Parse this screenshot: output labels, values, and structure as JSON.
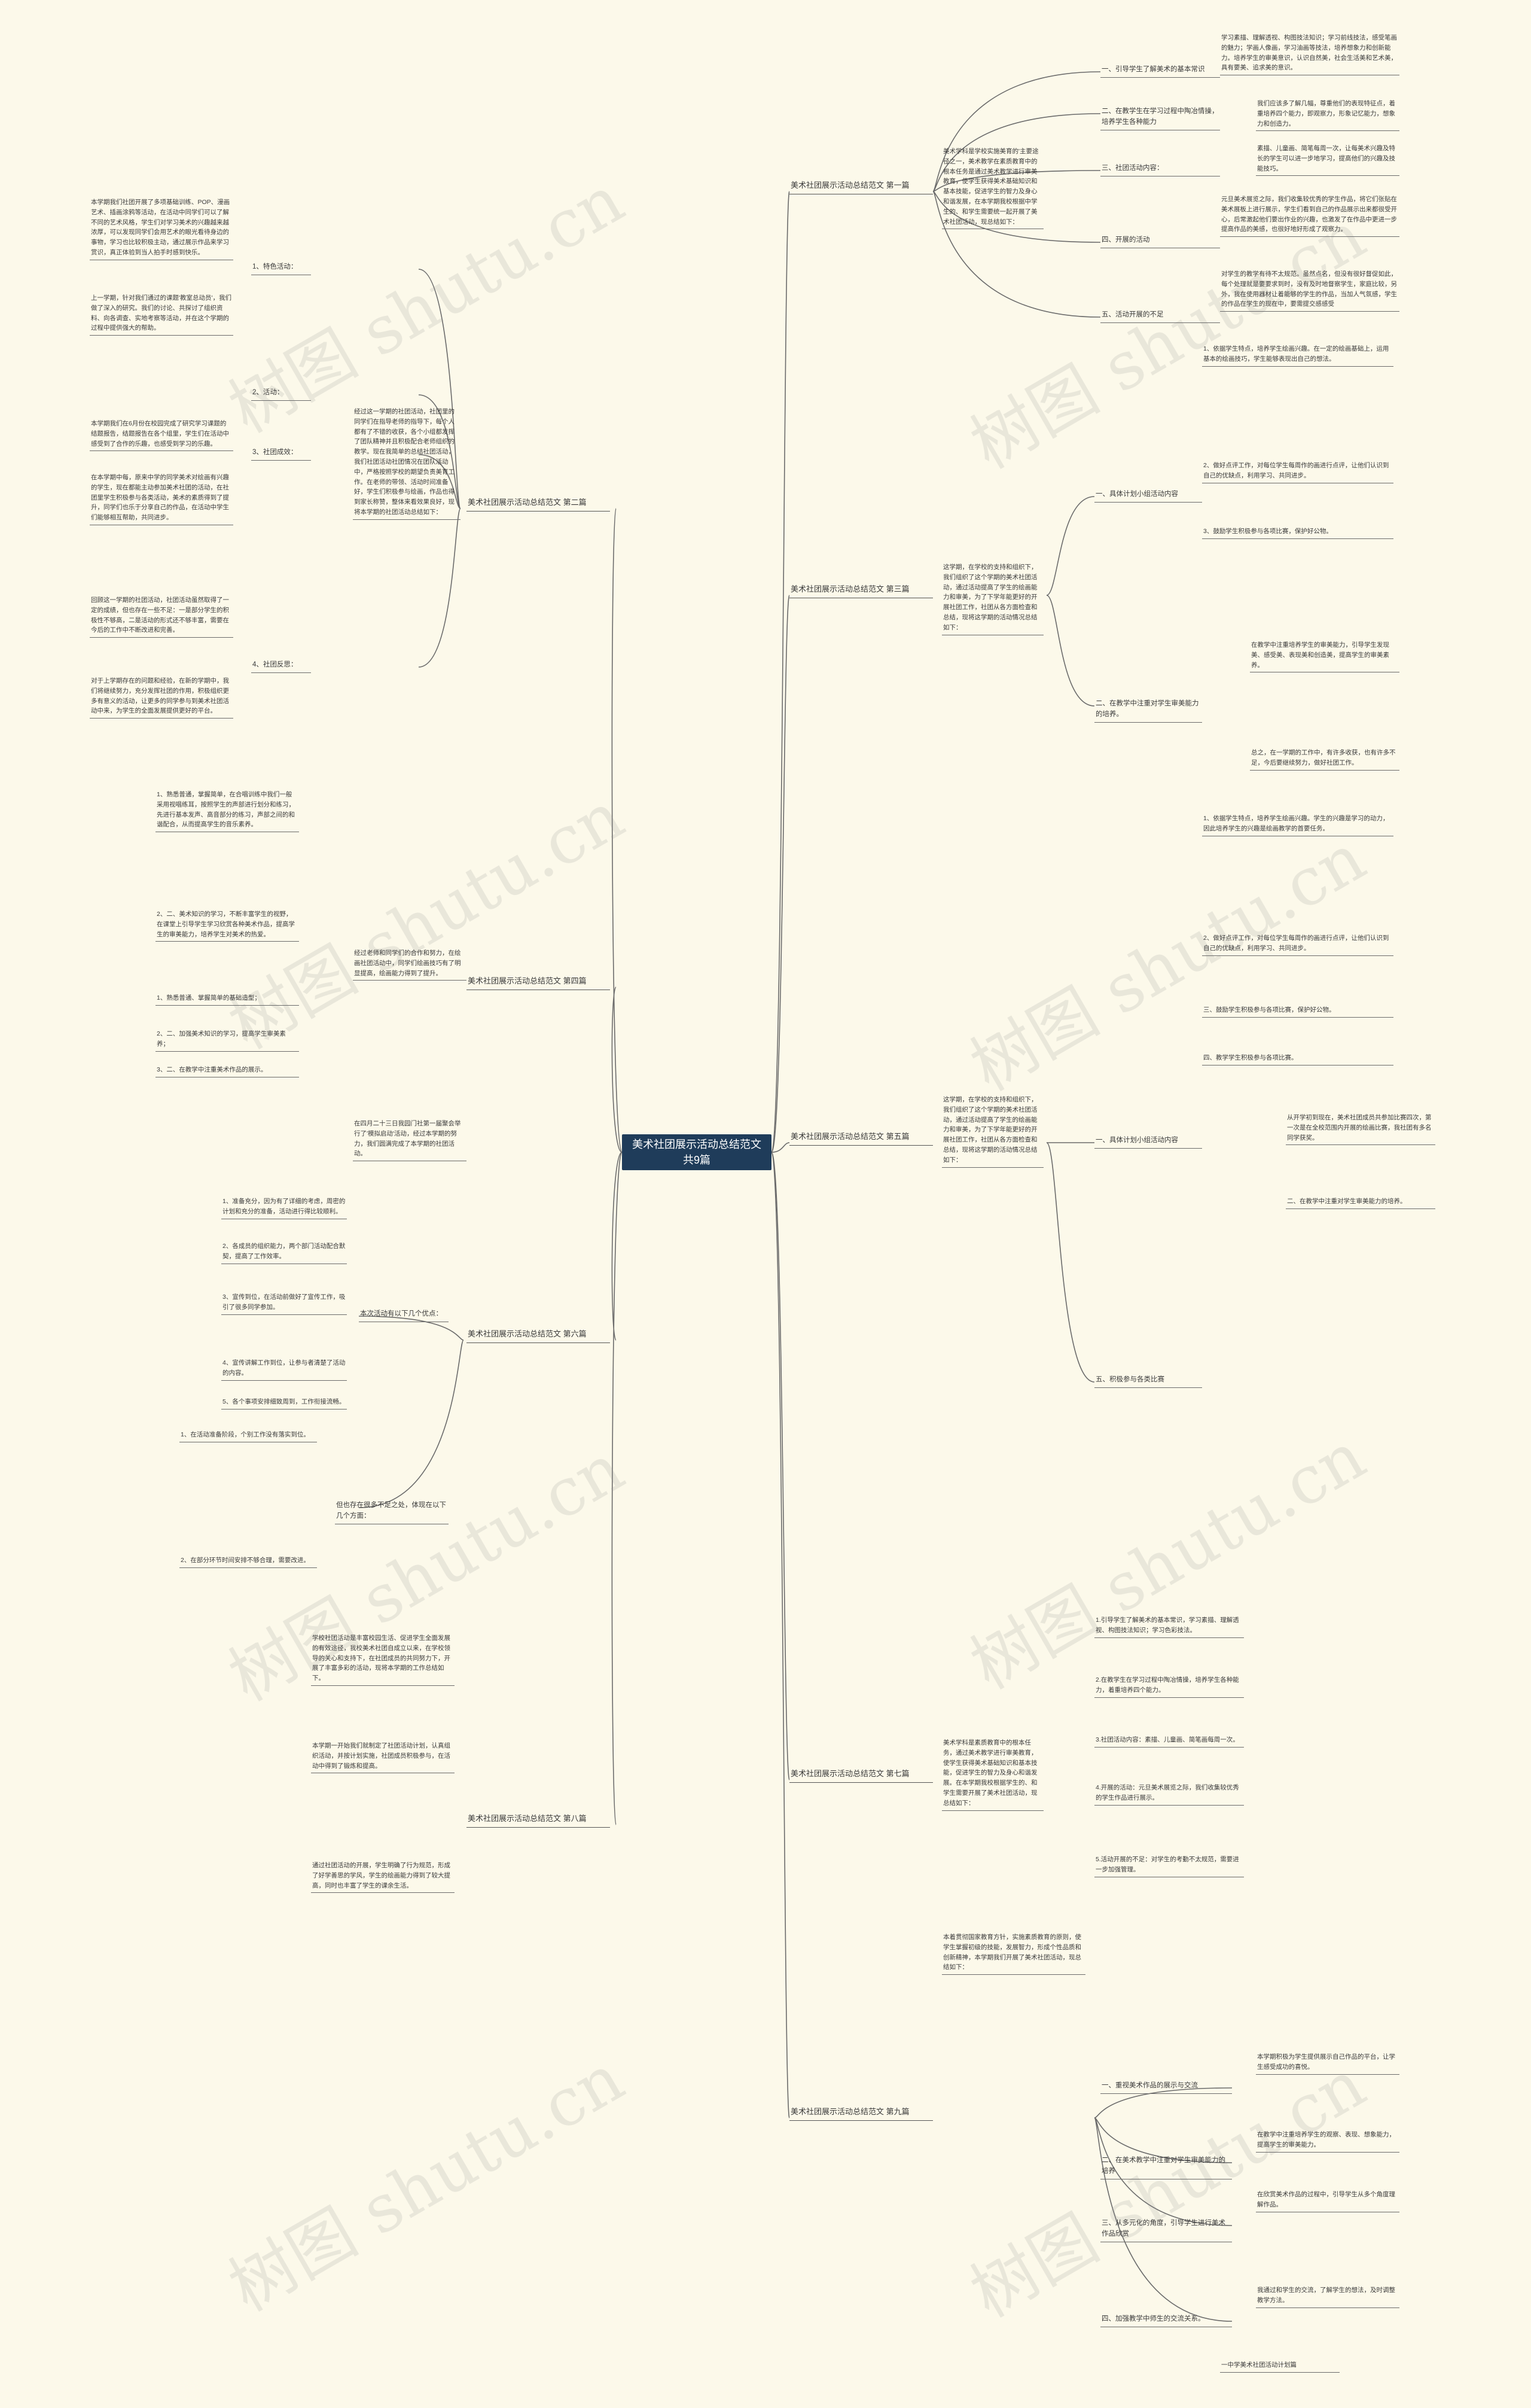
{
  "root": "美术社团展示活动总结范文共9篇",
  "watermark": "树图 shutu.cn",
  "branches": {
    "b1": "美术社团展示活动总结范文 第一篇",
    "b2": "美术社团展示活动总结范文 第二篇",
    "b3": "美术社团展示活动总结范文 第三篇",
    "b4": "美术社团展示活动总结范文 第四篇",
    "b5": "美术社团展示活动总结范文 第五篇",
    "b6": "美术社团展示活动总结范文 第六篇",
    "b7": "美术社团展示活动总结范文 第七篇",
    "b8": "美术社团展示活动总结范文 第八篇",
    "b9": "美术社团展示活动总结范文 第九篇"
  },
  "b1": {
    "intro": "美术学科是学校实施美育的'主要途径之一，美术教学在素质教育中的根本任务是通过美术教学进行审美教育，使学生获得美术基础知识和基本技能，促进学生的智力及身心和谐发展，在本学期我校根据中学生的、和学生需要统一起开展了美术社团活动，现总结如下：",
    "items": [
      "一、引导学生了解美术的基本常识",
      "二、在教学生在学习过程中陶冶情操，培养学生各种能力",
      "三、社团活动内容：",
      "四、开展的活动",
      "五、活动开展的不足"
    ],
    "leaf1": "学习素描、理解透视、构图技法知识；学习前线技法，感受笔画的魅力；学画人像画，学习油画等技法，培养想象力和创新能力。培养学生的审美意识，认识自然美，社会生活美和艺术美，具有要美、追求美的意识。",
    "leaf2": "我们应该多了解几幅，尊重他们的表现特征点，着重培养四个能力，即观察力，形象记忆能力，想象力和创造力。",
    "leaf3": "素描、儿童画、简笔每周一次，让每美术兴趣及特长的学生可以进一步地学习，提高他们的兴趣及技能技巧。",
    "leaf4": "元旦美术展览之际，我们收集较优秀的学生作品，将它们张贴在美术展板上进行展示，学生们看到自己的作品展示出来都很受开心，后常激起他们要出作业的兴趣，也激发了在作品中更进一步提高作品的美感，也很好地好形成了观察力。",
    "leaf5": "对学生的教学有待不太规范。虽然点名，但没有很好督促如此，每个处理就是要要求到时，没有及时地督察学生，家庭比较，另外，我在使用器材让着能够的学生的作品，当加人气氛感，学生的作品在学生的现在中，要需提交感感受"
  },
  "b2": {
    "summary": "经过这一学期的社团活动，社团里的同学们在指导老师的指导下，每个人都有了不错的收获，各个小组都发挥了团队精神并且积极配合老师组织的教学。现在我简单的总结社团活动，我们社团活动社团情况在团队活动中，严格按照学校的期望负责美育工作。在老师的带领、活动时间准备好，学生们积极参与绘画，作品也得到家长称赞，整体来看效果良好，现将本学期的社团活动总结如下：",
    "items": [
      "1、特色活动：",
      "2、活动：",
      "3、社团成效：",
      "4、社团反思："
    ],
    "leaf1": "本学期我们社团开展了多项基础训练、POP、漫画艺术、插画涂鸦等活动，在活动中同学们可以了解不同的艺术风格，学生们对学习美术的兴趣越来越浓厚，可以发现同学们会用艺术的眼光看待身边的事物，学习也比较积极主动，通过展示作品来学习赏识，真正体验到当人拍手时感到快乐。",
    "leaf2": "上一学期，针对我们通过的课题'教室总动员'，我们做了深入的研究。我们的讨论、共探讨了组织资料、向各调查、实地考察等活动，并在这个学期的过程中提供强大的帮助。",
    "leaf3": "本学期我们在6月份在校园完成了研究学习课题的结题报告，结题报告在各个组里，学生们在活动中感受到了合作的乐趣，也感受到学习的乐趣。",
    "leaf4": "在本学期中每，原来中学的同学美术对绘画有兴趣的学生，现在都能主动参加美术社团的活动，在社团里学生积极参与各类活动，美术的素质得到了提升，同学们也乐于分享自己的作品，在活动中学生们能够相互帮助，共同进步。",
    "leaf5": "回顾这一学期的社团活动，社团活动虽然取得了一定的成绩，但也存在一些不足：一是部分学生的积极性不够高，二是活动的形式还不够丰富，需要在今后的工作中不断改进和完善。",
    "leaf6": "对于上学期存在的问题和经验，在新的学期中，我们将继续努力，充分发挥社团的作用，积极组织更多有意义的活动，让更多的同学参与到美术社团活动中来，为学生的全面发展提供更好的平台。"
  },
  "b3": {
    "intro": "这学期，在学校的支持和组织下，我们组织了这个学期的美术社团活动，通过活动提高了学生的绘画能力和审美，为了下学年能更好的开展社团工作，社团从各方面检查和总结，现将这学期的活动情况总结如下：",
    "items": [
      "一、具体计划小组活动内容",
      "二、在教学中注重对学生审美能力的培养。"
    ],
    "sub1": [
      "1、依据学生特点，培养学生绘画兴趣。在一定的绘画基础上，运用基本的绘画技巧，学生能够表现出自己的想法。",
      "2、做好点评工作，对每位学生每周作的画进行点评，让他们认识到自己的优缺点，利用学习、共同进步。",
      "3、鼓励学生积极参与各项比赛，保护好公物。"
    ],
    "sub2": [
      "在教学中注重培养学生的审美能力，引导学生发现美、感受美、表现美和创造美，提高学生的审美素养。",
      "总之，在一学期的工作中，有许多收获，也有许多不足，今后要继续努力，做好社团工作。"
    ]
  },
  "b4": {
    "summary": "经过老师和同学们的合作和努力，在绘画社团活动中，同学们绘画技巧有了明显提高，绘画能力得到了提升。",
    "items": [
      "1、熟悉普通、掌握简单的基础造型；",
      "2、二、加强美术知识的学习，提高学生审美素养；",
      "3、二、在教学中注重美术作品的展示。"
    ],
    "leaf1": "1、熟悉普通，掌握简单，在合唱训练中我们一般采用视唱练耳，按照学生的声部进行划分和练习，先进行基本发声、高音部分的练习，声部之间的和谐配合，从而提高学生的音乐素养。",
    "leaf2": "2、二、美术知识的学习，不断丰富学生的视野，在课堂上引导学生学习欣赏各种美术作品，提高学生的审美能力，培养学生对美术的热爱。"
  },
  "b5": {
    "intro": "这学期，在学校的支持和组织下，我们组织了这个学期的美术社团活动，通过活动提高了学生的绘画能力和审美，为了下学年能更好的开展社团工作，社团从各方面检查和总结，现将这学期的活动情况总结如下：",
    "items": [
      "一、具体计划小组活动内容",
      "二、在教学中注重对学生审美能力的培养。",
      "三、鼓励学生积极参与各项比赛，保护好公物。",
      "四、教学学生积极参与各项比赛。",
      "五、积极参与各类比赛"
    ],
    "leaf1": "1、依据学生特点，培养学生绘画兴趣。学生的兴趣是学习的动力，因此培养学生的兴趣是绘画教学的首要任务。",
    "leaf2": "2、做好点评工作，对每位学生每周作的画进行点评，让他们认识到自己的优缺点，利用学习、共同进步。",
    "leaf3": "从开学初到现在，美术社团成员共参加比赛四次，第一次是在全校范围内开展的绘画比赛，我社团有多名同学获奖。"
  },
  "b6": {
    "intro": "在四月二十三日我园门社第一届聚会举行了'模拟启动'活动，经过本学期的努力，我们圆满完成了本学期的社团活动。",
    "items": [
      "本次活动有以下几个优点：",
      "但也存在很多不足之处，体现在以下几个方面："
    ],
    "sub1": [
      "1、准备充分，因为有了详细的考虑，周密的计划和充分的准备，活动进行得比较顺利。",
      "2、各成员的组织能力，两个部门活动配合默契，提高了工作效率。",
      "3、宣传到位，在活动前做好了宣传工作，吸引了很多同学参加。",
      "4、宣传讲解工作到位，让参与者清楚了活动的内容。",
      "5、各个事项安排细致周到，工作衔接流畅。"
    ],
    "sub2": [
      "1、在活动准备阶段，个别工作没有落实到位。",
      "2、在部分环节时间安排不够合理，需要改进。"
    ]
  },
  "b7": {
    "intro": "美术学科是素质教育中的根本任务，通过美术教学进行审美教育，使学生获得美术基础知识和基本技能，促进学生的智力及身心和谐发展。在本学期我校根据学生的、和学生需要开展了美术社团活动，现总结如下：",
    "leaf1": "1.引导学生了解美术的基本常识，学习素描、理解透视、构图技法知识；学习色彩技法。",
    "leaf2": "2.在教学生在学习过程中陶冶情操，培养学生各种能力，着重培养四个能力。",
    "leaf3": "3.社团活动内容：素描、儿童画、简笔画每周一次。",
    "leaf4": "4.开展的活动：元旦美术展览之际，我们收集较优秀的学生作品进行展示。",
    "leaf5": "5.活动开展的不足：对学生的考勤不太规范，需要进一步加强管理。"
  },
  "b8": {
    "p1": "学校社团活动是丰富校园生活、促进学生全面发展的有效途径，我校美术社团自成立以来，在学校领导的关心和支持下，在社团成员的共同努力下，开展了丰富多彩的活动，现将本学期的工作总结如下。",
    "p2": "本学期一开始我们就制定了社团活动计划，认真组织活动，并按计划实施，社团成员积极参与，在活动中得到了锻炼和提高。",
    "p3": "通过社团活动的开展，学生明确了行为规范，形成了好学善思的学风，学生的绘画能力得到了较大提高，同时也丰富了学生的课余生活。"
  },
  "b9": {
    "intro": "本着贯彻国家教育方针，实施素质教育的原则，使学生掌握初级的技能，发展智力，形成个性品质和创新精神，本学期我们开展了美术社团活动，现总结如下：",
    "items": [
      "一、重视美术作品的展示与交流",
      "二、在美术教学中注重对学生审美能力的培养",
      "三、从多元化的角度，引导学生进行美术作品欣赏",
      "四、加强教学中师生的交流关系。"
    ],
    "leaf1": "本学期积极为学生提供展示自己作品的平台，让学生感受成功的喜悦。",
    "leaf2": "在教学中注重培养学生的观察、表现、想象能力，提高学生的审美能力。",
    "leaf3": "在欣赏美术作品的过程中，引导学生从多个角度理解作品。",
    "leaf4": "我通过和学生的交流，了解学生的想法，及时调整教学方法。",
    "sign": "一中学美术社团活动计划篇"
  }
}
